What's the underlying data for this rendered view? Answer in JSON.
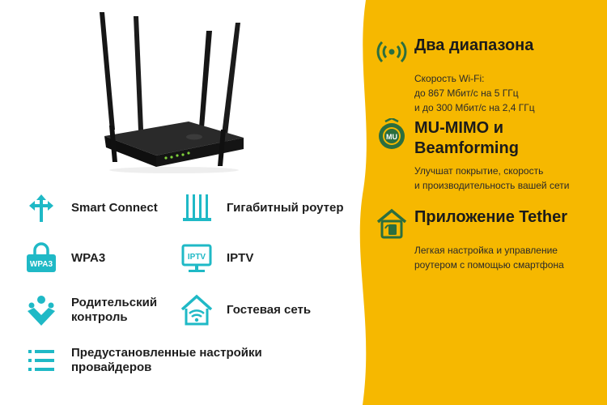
{
  "colors": {
    "accent_yellow": "#f6b800",
    "icon_teal": "#1fb9c6",
    "icon_green": "#2b6e3f",
    "router_black": "#1a1a1a",
    "led_green": "#7fd13b"
  },
  "left_features": [
    {
      "label": "Smart Connect",
      "icon": "smart-connect-arrows-icon"
    },
    {
      "label": "Гигабитный роутер",
      "icon": "gigabit-router-icon"
    },
    {
      "label": "WPA3",
      "icon": "wpa3-lock-icon",
      "icon_text": "WPA3"
    },
    {
      "label": "IPTV",
      "icon": "iptv-tv-icon",
      "icon_text": "IPTV"
    },
    {
      "label_line1": "Родительский",
      "label_line2": "контроль",
      "icon": "parental-control-icon"
    },
    {
      "label": "Гостевая сеть",
      "icon": "guest-network-house-icon"
    },
    {
      "label_line1": "Предустановленные настройки",
      "label_line2": "провайдеров",
      "icon": "provider-list-icon"
    }
  ],
  "right_features": [
    {
      "title": "Два диапазона",
      "desc_lines": [
        "Скорость Wi-Fi:",
        "до 867 Мбит/с на 5 ГГц",
        "и до 300 Мбит/с на 2,4 ГГц"
      ],
      "icon": "dual-band-signal-icon"
    },
    {
      "title_line1": "MU-MIMO и",
      "title_line2": "Beamforming",
      "desc_lines": [
        "Улучшат покрытие, скорость",
        "и производительность вашей сети"
      ],
      "icon": "mu-mimo-icon",
      "icon_text": "MU"
    },
    {
      "title": "Приложение Tether",
      "desc_lines": [
        "Легкая настройка и управление",
        "роутером с помощью смартфона"
      ],
      "icon": "tether-app-house-icon"
    }
  ]
}
